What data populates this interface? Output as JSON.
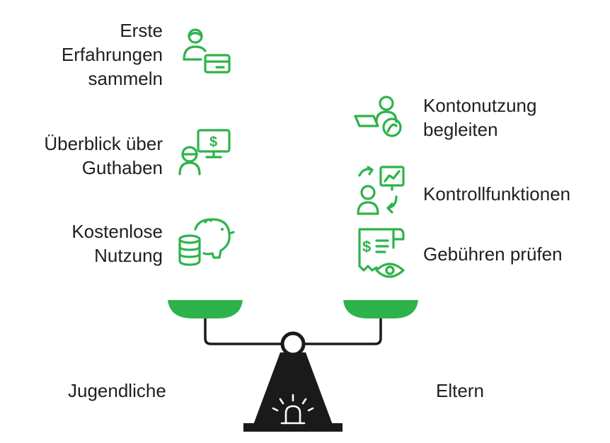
{
  "colors": {
    "accent": "#2db34a",
    "ink": "#1a1a1a",
    "text": "#1f1f1f"
  },
  "left": {
    "title": "Jugendliche",
    "items": [
      {
        "lines": [
          "Erste",
          "Erfahrungen",
          "sammeln"
        ],
        "icon": "person-card-icon"
      },
      {
        "lines": [
          "Überblick über",
          "Guthaben"
        ],
        "icon": "person-monitor-dollar-icon"
      },
      {
        "lines": [
          "Kostenlose",
          "Nutzung"
        ],
        "icon": "piggy-bank-coins-icon"
      }
    ]
  },
  "right": {
    "title": "Eltern",
    "items": [
      {
        "lines": [
          "Kontonutzung",
          "begleiten"
        ],
        "icon": "person-card-guidance-icon"
      },
      {
        "lines": [
          "Kontrollfunktionen"
        ],
        "icon": "person-chart-arrows-icon"
      },
      {
        "lines": [
          "Gebühren prüfen"
        ],
        "icon": "receipt-eye-icon"
      }
    ]
  }
}
